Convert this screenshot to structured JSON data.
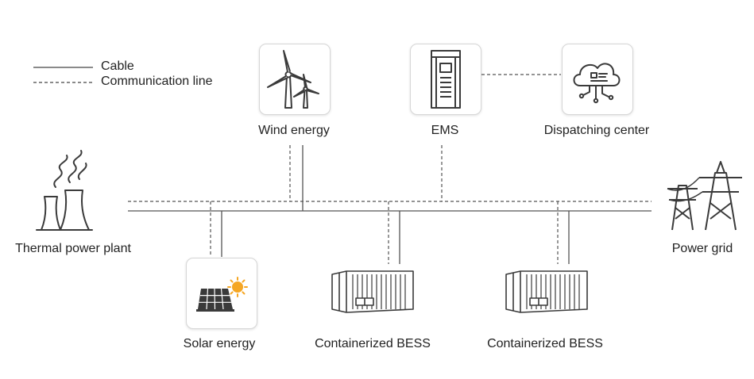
{
  "legend": {
    "cable_label": "Cable",
    "communication_label": "Communication line"
  },
  "nodes": {
    "wind": {
      "label": "Wind energy",
      "icon": "wind-turbine-icon"
    },
    "ems": {
      "label": "EMS",
      "icon": "ems-cabinet-icon"
    },
    "dispatch": {
      "label": "Dispatching center",
      "icon": "cloud-server-icon"
    },
    "thermal": {
      "label": "Thermal power plant",
      "icon": "cooling-tower-icon"
    },
    "grid": {
      "label": "Power grid",
      "icon": "transmission-tower-icon"
    },
    "solar": {
      "label": "Solar energy",
      "icon": "solar-panel-icon"
    },
    "bess1": {
      "label": "Containerized BESS",
      "icon": "shipping-container-icon"
    },
    "bess2": {
      "label": "Containerized BESS",
      "icon": "shipping-container-icon"
    }
  },
  "colors": {
    "line": "#555555",
    "icon": "#3a3a3a",
    "sun": "#f5a623",
    "box_border": "#d6d6d6"
  }
}
